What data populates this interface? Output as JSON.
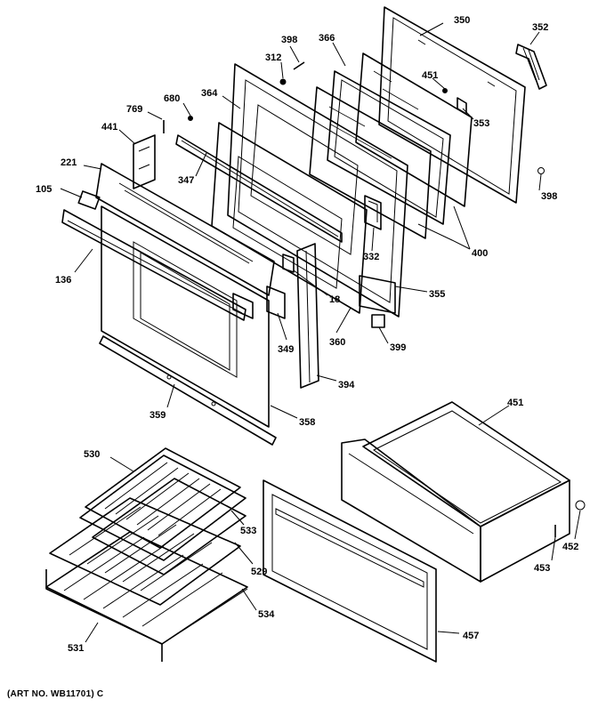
{
  "art_number": "(ART NO. WB11701) C",
  "callouts": {
    "c350": "350",
    "c352": "352",
    "c398a": "398",
    "c366": "366",
    "c312": "312",
    "c451a": "451",
    "c353": "353",
    "c680": "680",
    "c364": "364",
    "c769": "769",
    "c441": "441",
    "c398b": "398",
    "c221": "221",
    "c347": "347",
    "c105": "105",
    "c400": "400",
    "c332": "332",
    "c136": "136",
    "c18": "18",
    "c355": "355",
    "c349": "349",
    "c360": "360",
    "c399": "399",
    "c394": "394",
    "c359": "359",
    "c358": "358",
    "c451b": "451",
    "c530": "530",
    "c533": "533",
    "c452": "452",
    "c529": "529",
    "c453": "453",
    "c534": "534",
    "c457": "457",
    "c531": "531"
  }
}
